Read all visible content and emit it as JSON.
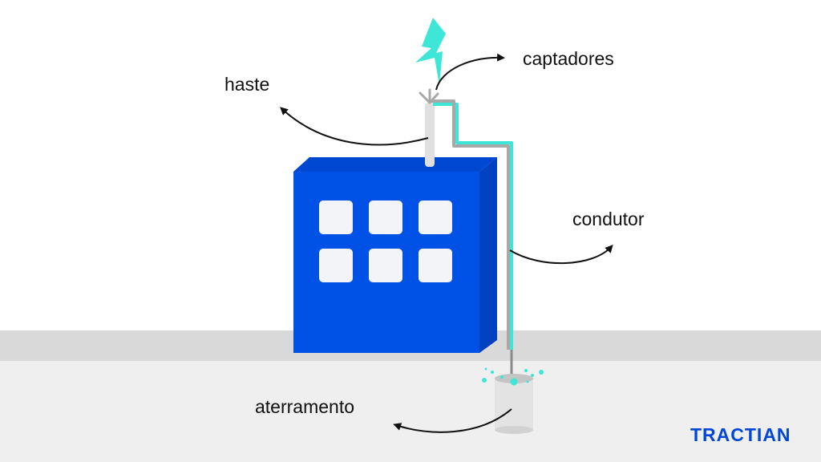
{
  "labels": {
    "captadores": "captadores",
    "haste": "haste",
    "condutor": "condutor",
    "aterramento": "aterramento"
  },
  "brand": {
    "logo_text": "TRACTIAN"
  },
  "colors": {
    "building_front": "#0052e6",
    "building_side": "#0041c2",
    "window": "#f2f4f8",
    "lightning": "#3ee6d8",
    "ground": "#d9d9d9",
    "ground_lower": "#efefef",
    "conductor_gray": "#a8a8a8",
    "conductor_teal": "#3ee6d8",
    "rod": "#e0e0e0",
    "logo": "#0046d8"
  }
}
